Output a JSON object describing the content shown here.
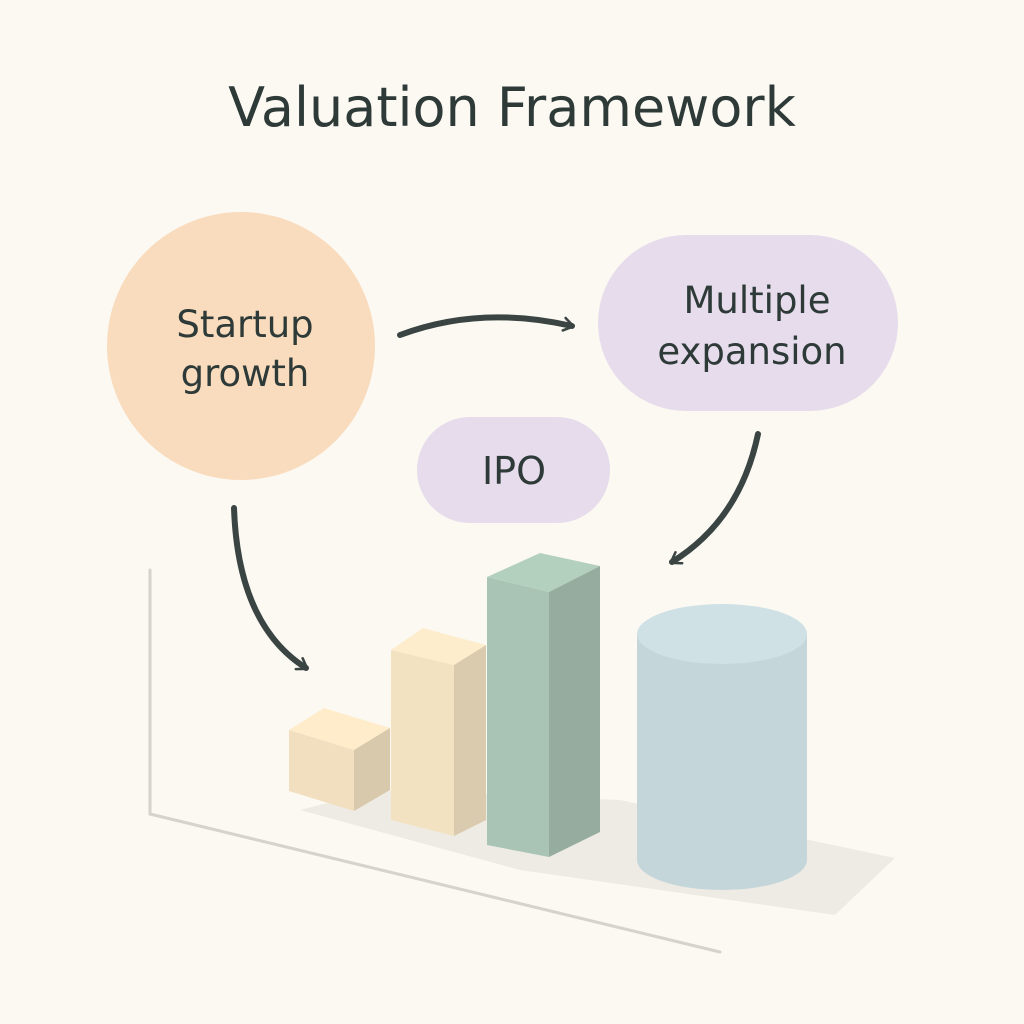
{
  "title": "Valuation Framework",
  "nodes": {
    "startup": {
      "line1": "Startup",
      "line2": "growth"
    },
    "multiple": {
      "line1": "Multiple",
      "line2": "expansion"
    },
    "ipo": {
      "label": "IPO"
    }
  },
  "colors": {
    "background": "#fcf9f3",
    "text": "#2e3a38",
    "startup_fill": "#f9dcbd",
    "multiple_fill": "#e6dcec",
    "ipo_fill": "#e6dcec",
    "axis": "#d6d2cc",
    "arrow": "#3a4442",
    "bar1": "#f1dfbf",
    "bar2": "#f2e2c2",
    "bar3": "#a9c4b4",
    "cylinder": "#c5d6da",
    "shadow": "#eeebe4"
  }
}
